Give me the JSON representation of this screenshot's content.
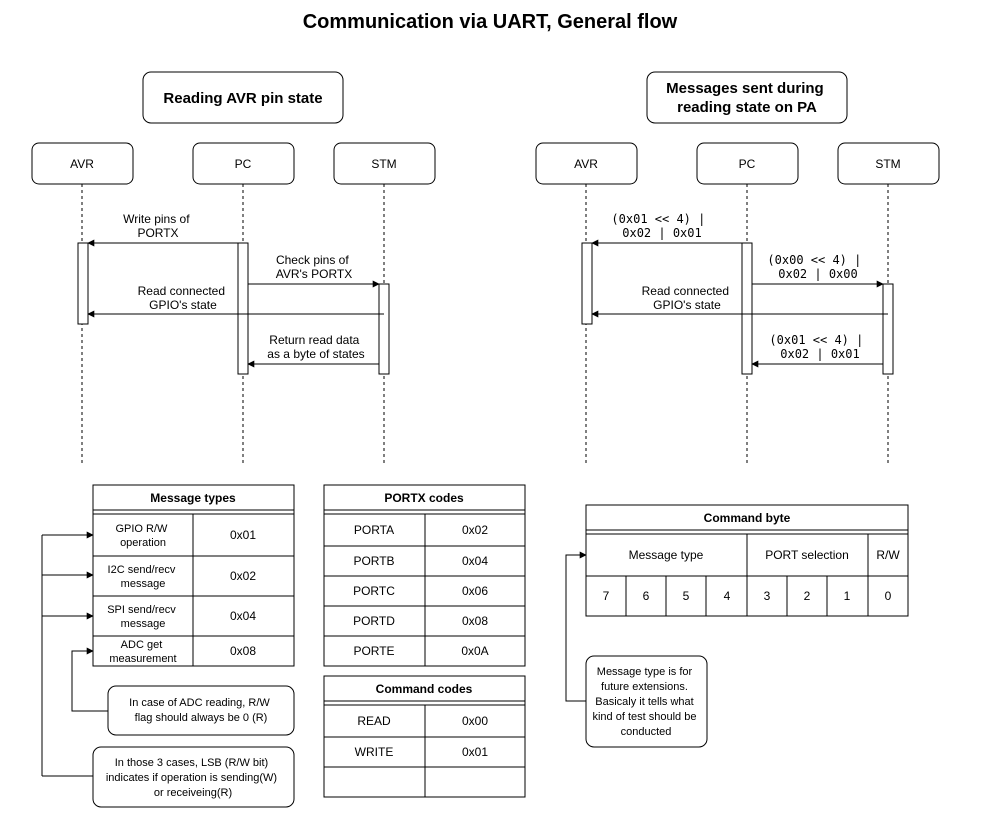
{
  "title": "Communication via UART, General flow",
  "left_diagram": {
    "heading": "Reading AVR pin state",
    "participants": [
      "AVR",
      "PC",
      "STM"
    ],
    "messages": [
      {
        "lines": [
          "Write pins of",
          "PORTX"
        ]
      },
      {
        "lines": [
          "Check pins of",
          "AVR's PORTX"
        ]
      },
      {
        "lines": [
          "Read connected",
          "GPIO's state"
        ]
      },
      {
        "lines": [
          "Return read data",
          "as a byte of states"
        ]
      }
    ]
  },
  "right_diagram": {
    "heading": [
      "Messages sent during",
      "reading state on PA"
    ],
    "participants": [
      "AVR",
      "PC",
      "STM"
    ],
    "messages": [
      {
        "lines": [
          "(0x01 << 4) |",
          "0x02 | 0x01"
        ]
      },
      {
        "lines": [
          "(0x00 << 4) |",
          "0x02 | 0x00"
        ]
      },
      {
        "lines": [
          "Read connected",
          "GPIO's state"
        ]
      },
      {
        "lines": [
          "(0x01 << 4) |",
          "0x02 | 0x01"
        ]
      }
    ]
  },
  "message_types": {
    "header": "Message types",
    "rows": [
      {
        "name": [
          "GPIO R/W",
          "operation"
        ],
        "code": "0x01"
      },
      {
        "name": [
          "I2C send/recv",
          "message"
        ],
        "code": "0x02"
      },
      {
        "name": [
          "SPI send/recv",
          "message"
        ],
        "code": "0x04"
      },
      {
        "name": [
          "ADC get",
          "measurement"
        ],
        "code": "0x08"
      }
    ]
  },
  "portx_codes": {
    "header": "PORTX codes",
    "rows": [
      {
        "name": "PORTA",
        "code": "0x02"
      },
      {
        "name": "PORTB",
        "code": "0x04"
      },
      {
        "name": "PORTC",
        "code": "0x06"
      },
      {
        "name": "PORTD",
        "code": "0x08"
      },
      {
        "name": "PORTE",
        "code": "0x0A"
      }
    ]
  },
  "command_codes": {
    "header": "Command codes",
    "rows": [
      {
        "name": "READ",
        "code": "0x00"
      },
      {
        "name": "WRITE",
        "code": "0x01"
      },
      {
        "name": "",
        "code": ""
      }
    ]
  },
  "command_byte": {
    "header": "Command byte",
    "groups": [
      "Message type",
      "PORT selection",
      "R/W"
    ],
    "bits": [
      "7",
      "6",
      "5",
      "4",
      "3",
      "2",
      "1",
      "0"
    ]
  },
  "notes": {
    "adc": [
      "In case of ADC reading, R/W",
      "flag should always be 0 (R)"
    ],
    "lsb": [
      "In those 3 cases, LSB (R/W bit)",
      "indicates if operation is sending(W)",
      "or receiveing(R)"
    ],
    "message_type": [
      "Message type is for",
      "future extensions.",
      "Basicaly it tells what",
      "kind of test should be",
      "conducted"
    ]
  }
}
